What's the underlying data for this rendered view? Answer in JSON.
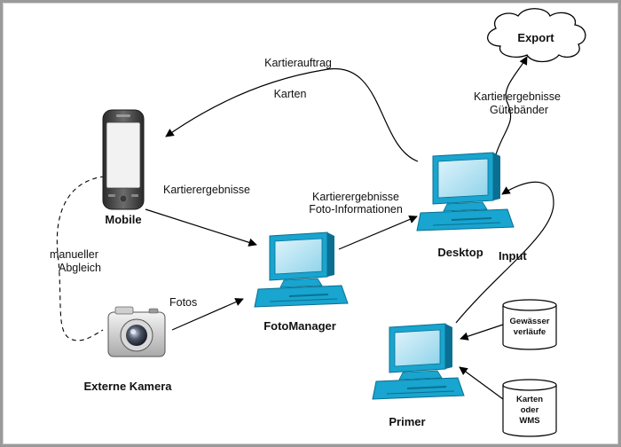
{
  "nodes": {
    "export": "Export",
    "mobile": "Mobile",
    "desktop": "Desktop",
    "fotomanager": "FotoManager",
    "kamera": "Externe Kamera",
    "primer": "Primer",
    "gewaesser_line1": "Gewässer",
    "gewaesser_line2": "verläufe",
    "karten_wms_line1": "Karten",
    "karten_wms_line2": "oder",
    "karten_wms_line3": "WMS"
  },
  "edges": {
    "kartierauftrag": "Kartierauftrag",
    "karten": "Karten",
    "ergebnisse_guete_line1": "Kartierergebnisse",
    "ergebnisse_guete_line2": "Gütebänder",
    "kartierergebnisse_mobile": "Kartierergebnisse",
    "ergebnisse_foto_line1": "Kartierergebnisse",
    "ergebnisse_foto_line2": "Foto-Informationen",
    "manueller_line1": "manueller",
    "manueller_line2": "Abgleich",
    "fotos": "Fotos",
    "input": "Input"
  },
  "colors": {
    "computer_blue": "#18a5cf",
    "computer_dark": "#0b6f92",
    "background": "#ffffff",
    "frame": "#9a9a9a"
  }
}
